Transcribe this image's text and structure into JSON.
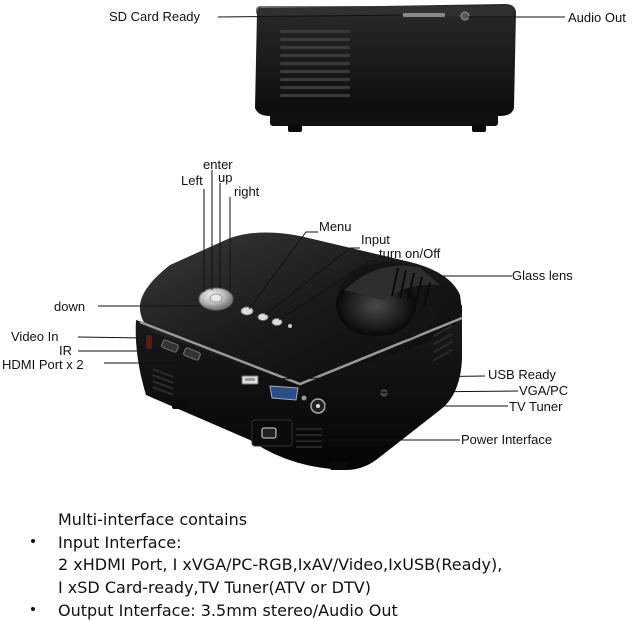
{
  "labels": {
    "sd_card": "SD Card Ready",
    "audio_out": "Audio Out",
    "left": "Left",
    "enter": "enter",
    "up": "up",
    "right": "right",
    "menu": "Menu",
    "input": "Input",
    "power": "turn on/Off",
    "glass_lens": "Glass lens",
    "down": "down",
    "video_in": "Video In",
    "ir": "IR",
    "hdmi": "HDMI Port x 2",
    "usb": "USB Ready",
    "vga": "VGA/PC",
    "tv_tuner": "TV Tuner",
    "power_interface": "Power Interface"
  },
  "description": {
    "heading": "Multi-interface contains",
    "items": [
      {
        "title": "Input Interface:",
        "lines": [
          "2 xHDMI Port, I xVGA/PC-RGB,IxAV/Video,IxUSB(Ready),",
          "I xSD Card-ready,TV Tuner(ATV or DTV)"
        ]
      },
      {
        "title": "Output Interface: 3.5mm stereo/Audio Out",
        "lines": []
      }
    ]
  }
}
